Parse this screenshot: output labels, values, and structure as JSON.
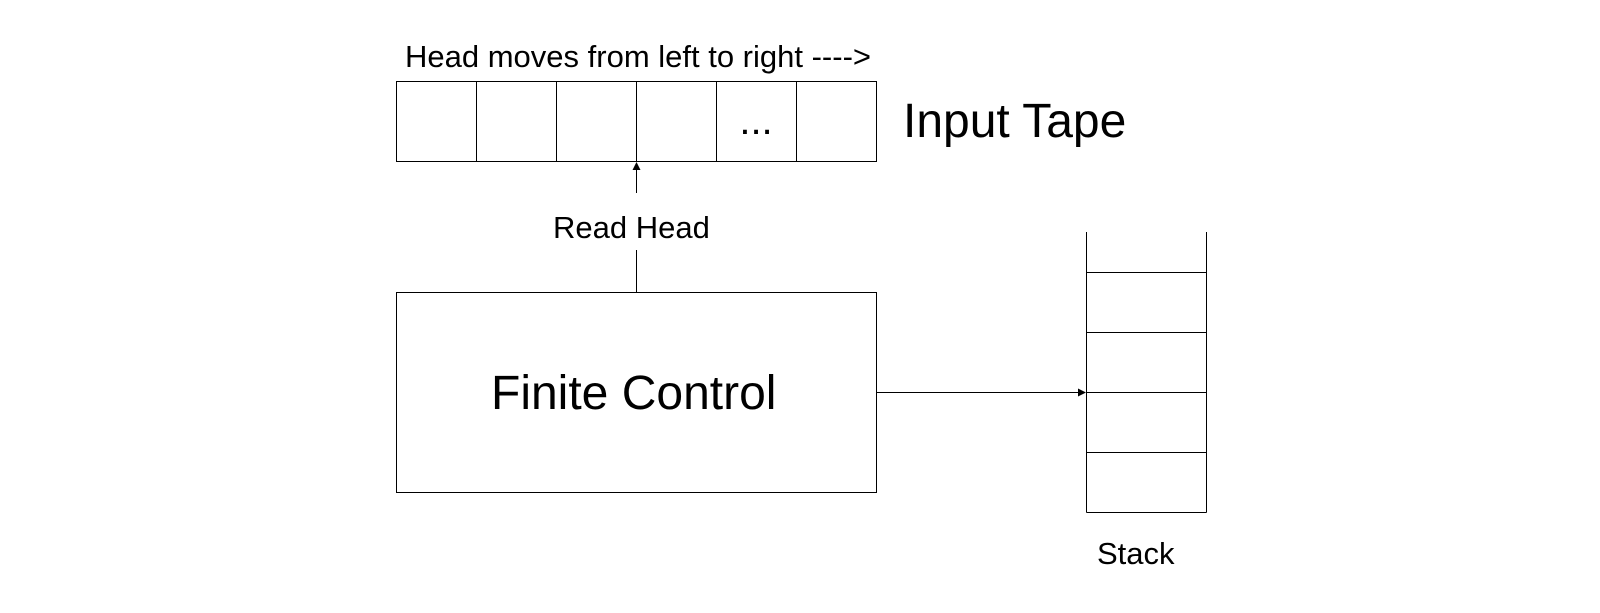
{
  "direction_label": "Head moves from left to right ---->",
  "tape_label": "Input Tape",
  "tape_cells": [
    "",
    "",
    "",
    "",
    "...",
    ""
  ],
  "read_head_label": "Read Head",
  "control_label": "Finite Control",
  "stack_label": "Stack",
  "colors": {
    "stroke": "#000000",
    "background": "#ffffff"
  }
}
